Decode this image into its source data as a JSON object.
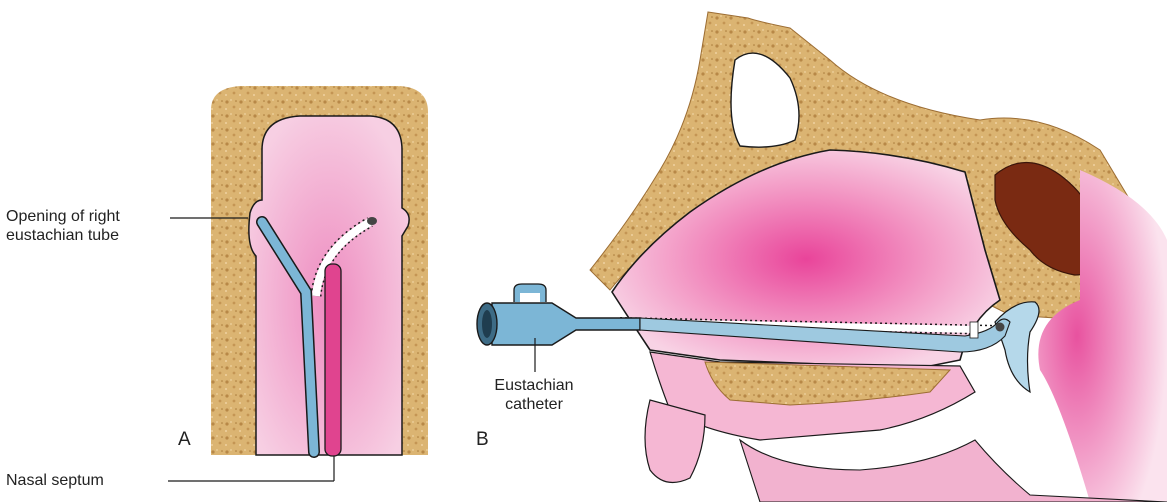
{
  "labels": {
    "opening_line1": "Opening of right",
    "opening_line2": "eustachian tube",
    "nasal_septum": "Nasal septum",
    "catheter_line1": "Eustachian",
    "catheter_line2": "catheter",
    "panel_a": "A",
    "panel_b": "B"
  },
  "colors": {
    "bone": "#d9b070",
    "bone_dark": "#b0813c",
    "mucosa": "#f6c4dc",
    "mucosa_deep": "#ec7fb8",
    "septum": "#e0448f",
    "catheter": "#7cb6d6",
    "catheter_light": "#b5d8ea",
    "sinus_dark": "#7a2a12",
    "outline": "#1a1a1a"
  },
  "icons": {
    "catheter": "catheter-icon"
  }
}
